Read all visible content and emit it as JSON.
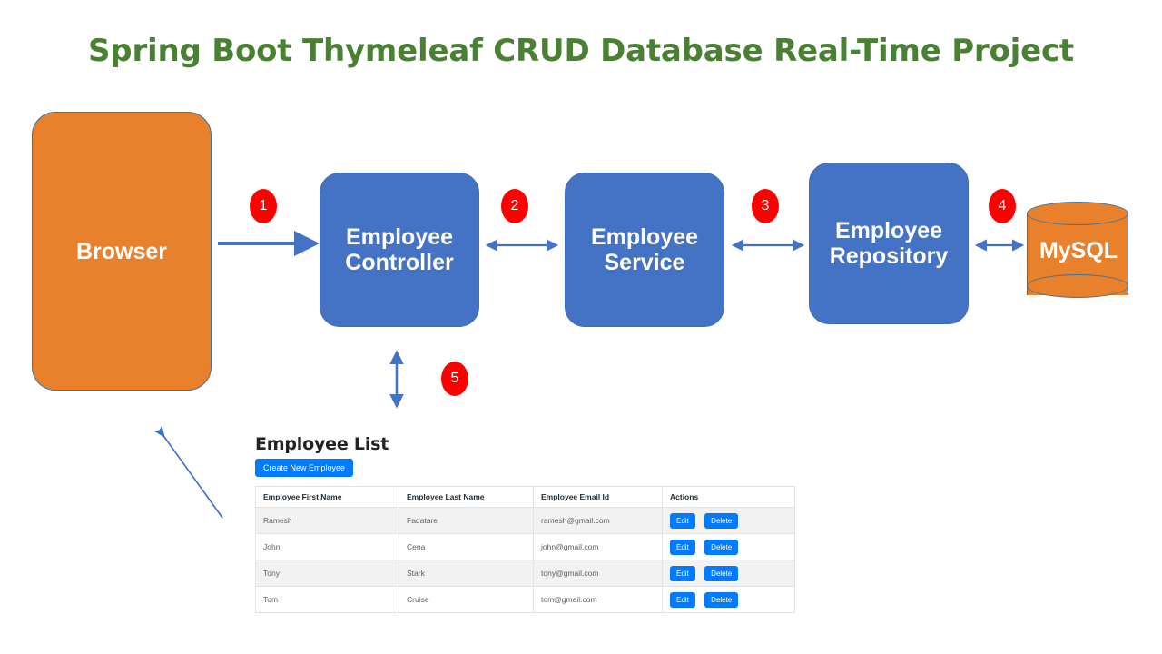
{
  "page": {
    "title": "Spring Boot Thymeleaf CRUD Database Real-Time Project",
    "title_color": "#4A8033",
    "background": "#FFFFFF"
  },
  "colors": {
    "orange": "#E8802C",
    "blue": "#4472C4",
    "badge_red": "#FF0000",
    "arrow_blue": "#4472C4",
    "bootstrap_primary": "#007BFF",
    "shape_outline": "#41719C"
  },
  "diagram": {
    "nodes": [
      {
        "id": "browser",
        "label": "Browser",
        "shape": "rounded-rect",
        "color": "#E8802C"
      },
      {
        "id": "controller",
        "label": "Employee\nController",
        "shape": "rounded-rect",
        "color": "#4472C4"
      },
      {
        "id": "service",
        "label": "Employee\nService",
        "shape": "rounded-rect",
        "color": "#4472C4"
      },
      {
        "id": "repository",
        "label": "Employee\nRepository",
        "shape": "rounded-rect",
        "color": "#4472C4"
      },
      {
        "id": "mysql",
        "label": "MySQL",
        "shape": "cylinder",
        "color": "#E8802C"
      }
    ],
    "node_labels": {
      "browser": "Browser",
      "controller_line1": "Employee",
      "controller_line2": "Controller",
      "service_line1": "Employee",
      "service_line2": "Service",
      "repository_line1": "Employee",
      "repository_line2": "Repository",
      "mysql": "MySQL"
    },
    "badges": [
      {
        "number": "1",
        "between": "browser -> controller"
      },
      {
        "number": "2",
        "between": "controller <-> service"
      },
      {
        "number": "3",
        "between": "service <-> repository"
      },
      {
        "number": "4",
        "between": "repository <-> mysql"
      },
      {
        "number": "5",
        "between": "controller <-> employee-list-view"
      }
    ],
    "connectors": [
      {
        "from": "browser",
        "to": "controller",
        "style": "single-arrow",
        "direction": "right"
      },
      {
        "from": "controller",
        "to": "service",
        "style": "double-arrow",
        "direction": "horizontal"
      },
      {
        "from": "service",
        "to": "repository",
        "style": "double-arrow",
        "direction": "horizontal"
      },
      {
        "from": "repository",
        "to": "mysql",
        "style": "double-arrow",
        "direction": "horizontal"
      },
      {
        "from": "controller",
        "to": "view",
        "style": "double-arrow",
        "direction": "vertical"
      },
      {
        "from": "employee-list",
        "to": "browser",
        "style": "single-arrow",
        "direction": "diagonal-up-left"
      }
    ]
  },
  "employee_list": {
    "heading": "Employee List",
    "create_button": "Create New Employee",
    "columns": [
      "Employee First Name",
      "Employee Last Name",
      "Employee Email Id",
      "Actions"
    ],
    "rows": [
      {
        "first_name": "Ramesh",
        "last_name": "Fadatare",
        "email": "ramesh@gmail.com",
        "edit": "Edit",
        "delete": "Delete"
      },
      {
        "first_name": "John",
        "last_name": "Cena",
        "email": "john@gmail.com",
        "edit": "Edit",
        "delete": "Delete"
      },
      {
        "first_name": "Tony",
        "last_name": "Stark",
        "email": "tony@gmail.com",
        "edit": "Edit",
        "delete": "Delete"
      },
      {
        "first_name": "Tom",
        "last_name": "Cruise",
        "email": "tom@gmail.com",
        "edit": "Edit",
        "delete": "Delete"
      }
    ]
  }
}
